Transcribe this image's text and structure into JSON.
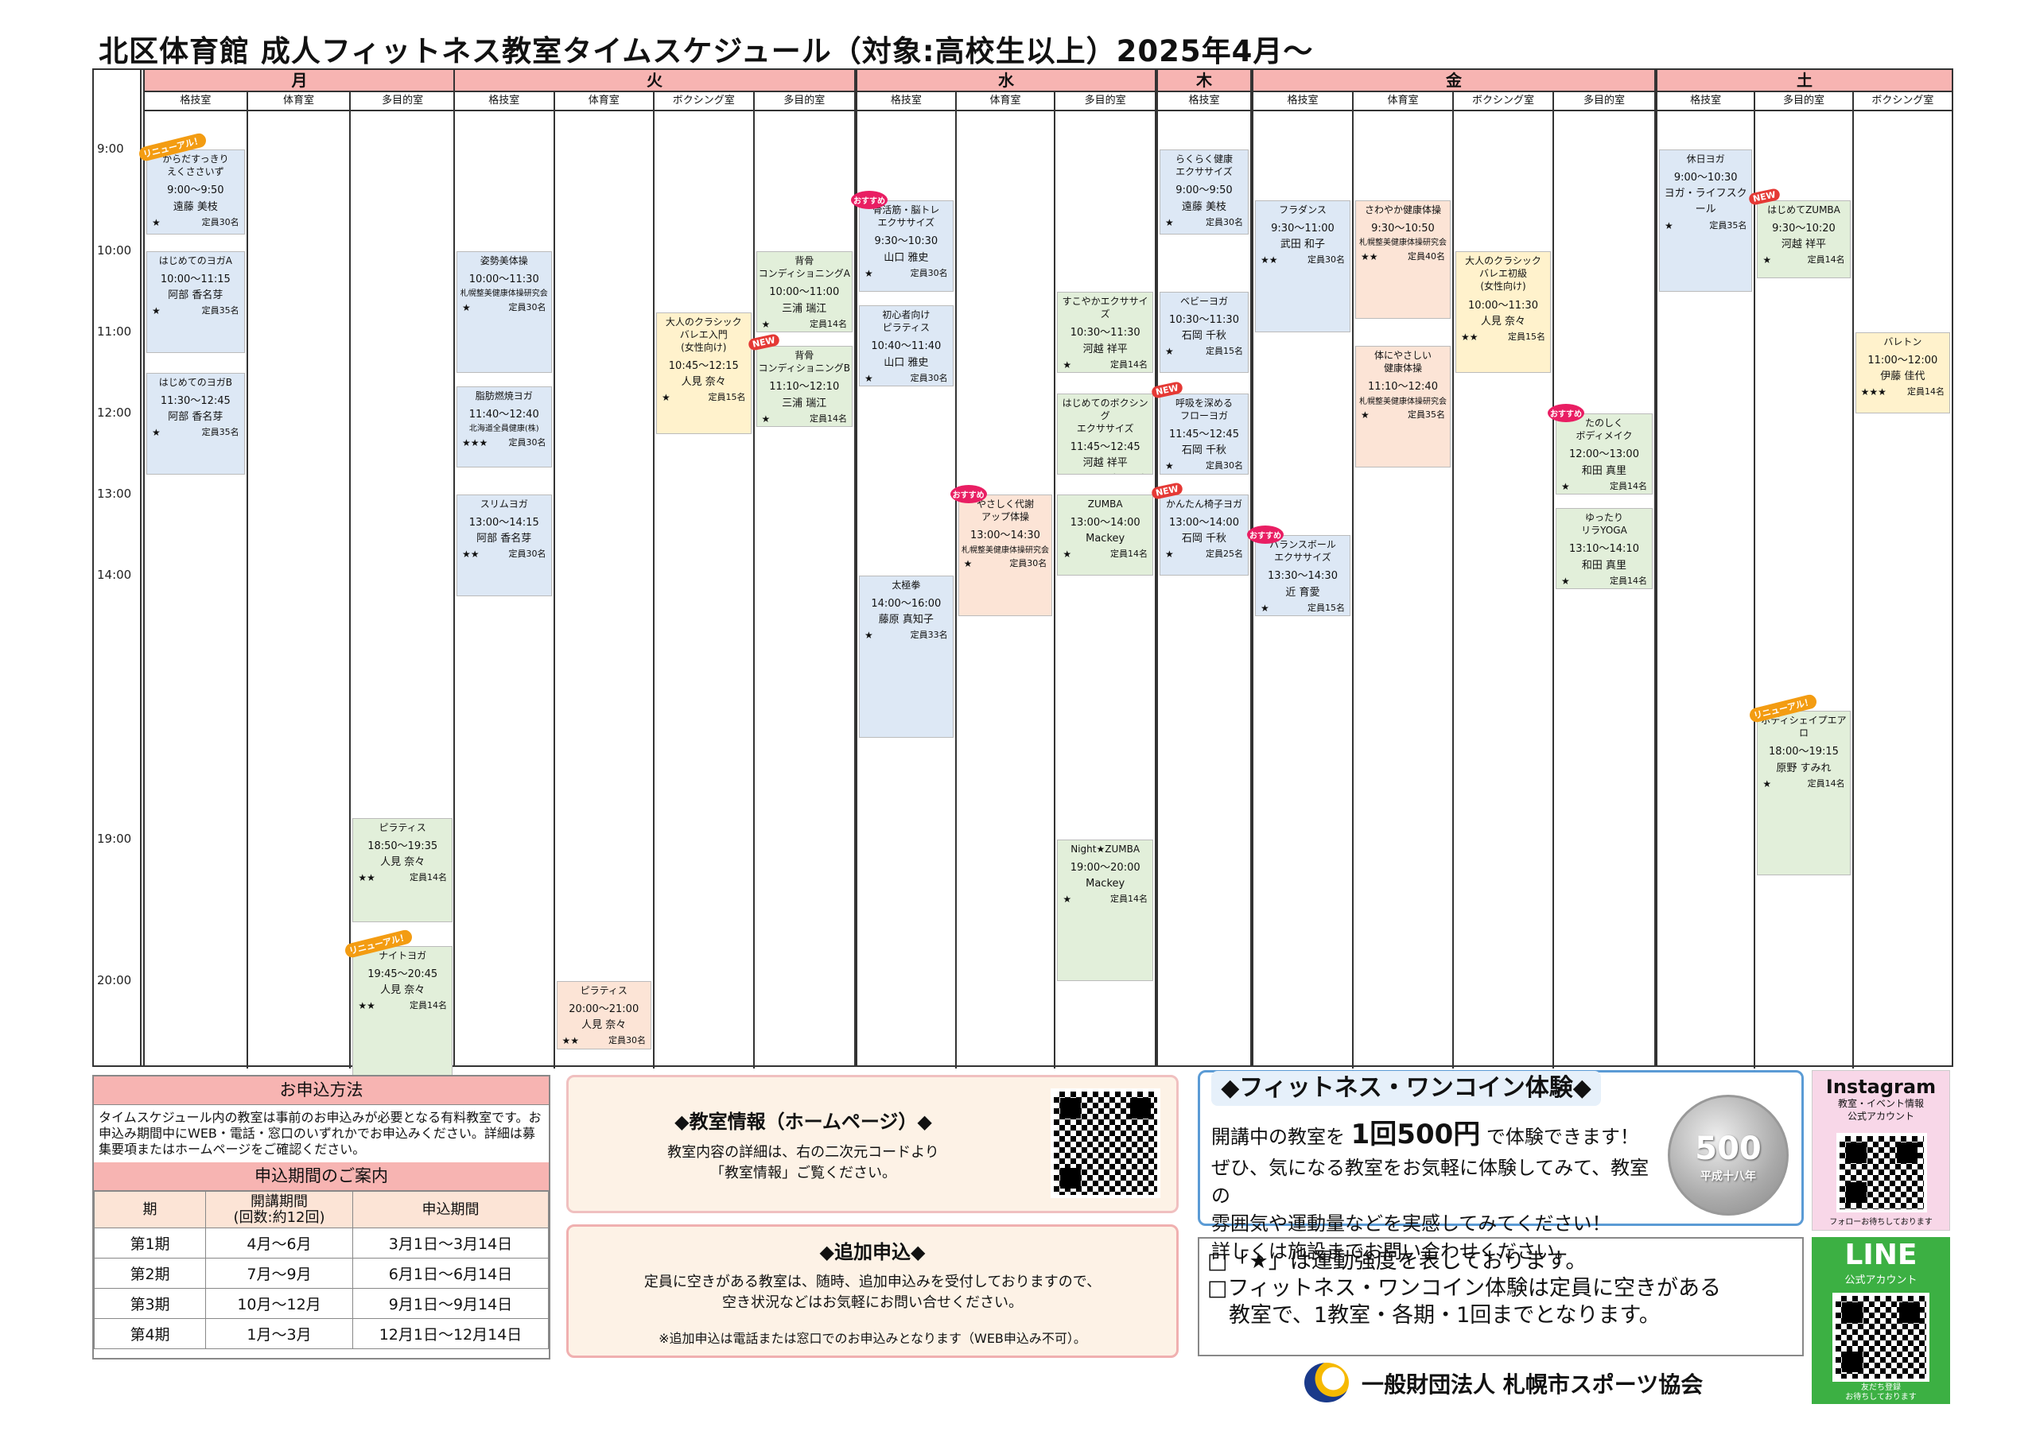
{
  "title": "北区体育館 成人フィットネス教室タイムスケジュール（対象:高校生以上）2025年4月～",
  "times": [
    "9:00",
    "10:00",
    "11:00",
    "12:00",
    "13:00",
    "14:00",
    "19:00",
    "20:00"
  ],
  "days": [
    {
      "key": "mon",
      "label": "月",
      "rooms": [
        "格技室",
        "体育室",
        "多目的室"
      ],
      "classes": [
        [
          0,
          "blue",
          "からだすっきり\nえくささいず",
          "9:00～9:50",
          "遠藤 美枝",
          "★",
          "定員30名",
          "",
          "リニューアル！"
        ],
        [
          0,
          "blue",
          "はじめてのヨガA",
          "10:00～11:15",
          "阿部 香名芽",
          "★",
          "定員35名",
          "",
          ""
        ],
        [
          0,
          "blue",
          "はじめてのヨガB",
          "11:30～12:45",
          "阿部 香名芽",
          "★",
          "定員35名",
          "",
          ""
        ],
        [
          2,
          "green",
          "ピラティス",
          "18:50～19:35",
          "人見 奈々",
          "★★",
          "定員14名",
          "",
          ""
        ],
        [
          2,
          "green",
          "ナイトヨガ",
          "19:45～20:45",
          "人見 奈々",
          "★★",
          "定員14名",
          "",
          "リニューアル！"
        ]
      ]
    },
    {
      "key": "tue",
      "label": "火",
      "rooms": [
        "格技室",
        "体育室",
        "ボクシング室",
        "多目的室"
      ],
      "classes": [
        [
          0,
          "blue",
          "姿勢美体操",
          "10:00～11:30",
          "",
          "★",
          "定員30名",
          "札幌整美健康体操研究会",
          ""
        ],
        [
          0,
          "blue",
          "脂肪燃焼ヨガ",
          "11:40～12:40",
          "",
          "★★★",
          "定員30名",
          "北海道全員健康(株)",
          ""
        ],
        [
          0,
          "blue",
          "スリムヨガ",
          "13:00～14:15",
          "阿部 香名芽",
          "★★",
          "定員30名",
          "",
          ""
        ],
        [
          1,
          "orange",
          "ピラティス",
          "20:00～21:00",
          "人見 奈々",
          "★★",
          "定員30名",
          "",
          ""
        ],
        [
          2,
          "yellow",
          "大人のクラシック\nバレエ入門\n(女性向け)",
          "10:45～12:15",
          "人見 奈々",
          "★",
          "定員15名",
          "",
          ""
        ],
        [
          3,
          "green",
          "背骨\nコンディショニングA",
          "10:00～11:00",
          "三浦 瑞江",
          "★",
          "定員14名",
          "",
          ""
        ],
        [
          3,
          "green",
          "背骨\nコンディショニングB",
          "11:10～12:10",
          "三浦 瑞江",
          "★",
          "定員14名",
          "",
          "NEW"
        ]
      ]
    },
    {
      "key": "wed",
      "label": "水",
      "rooms": [
        "格技室",
        "体育室",
        "多目的室"
      ],
      "classes": [
        [
          0,
          "blue",
          "骨活筋・脳トレ\nエクササイズ",
          "9:30～10:30",
          "山口 雅史",
          "★",
          "定員30名",
          "",
          "おすすめ"
        ],
        [
          0,
          "blue",
          "初心者向け\nピラティス",
          "10:40～11:40",
          "山口 雅史",
          "★",
          "定員30名",
          "",
          ""
        ],
        [
          0,
          "blue",
          "太極拳",
          "14:00～16:00",
          "藤原 真知子",
          "★",
          "定員33名",
          "",
          ""
        ],
        [
          1,
          "orange",
          "やさしく代謝\nアップ体操",
          "13:00～14:30",
          "",
          "★",
          "定員30名",
          "札幌整美健康体操研究会",
          "おすすめ"
        ],
        [
          2,
          "green",
          "すこやかエクササイズ",
          "10:30～11:30",
          "河越 祥平",
          "★",
          "定員14名",
          "",
          ""
        ],
        [
          2,
          "green",
          "はじめてのボクシング\nエクササイズ",
          "11:45～12:45",
          "河越 祥平",
          "★★",
          "定員14名",
          "",
          ""
        ],
        [
          2,
          "green",
          "ZUMBA",
          "13:00～14:00",
          "Mackey",
          "★",
          "定員14名",
          "",
          ""
        ],
        [
          2,
          "green",
          "Night★ZUMBA",
          "19:00～20:00",
          "Mackey",
          "★",
          "定員14名",
          "",
          ""
        ]
      ]
    },
    {
      "key": "thu",
      "label": "木",
      "rooms": [
        "格技室"
      ],
      "classes": [
        [
          0,
          "blue",
          "らくらく健康\nエクササイズ",
          "9:00～9:50",
          "遠藤 美枝",
          "★",
          "定員30名",
          "",
          ""
        ],
        [
          0,
          "blue",
          "ベビーヨガ",
          "10:30～11:30",
          "石岡 千秋",
          "★",
          "定員15名",
          "",
          ""
        ],
        [
          0,
          "blue",
          "呼吸を深める\nフローヨガ",
          "11:45～12:45",
          "石岡 千秋",
          "★",
          "定員30名",
          "",
          "NEW"
        ],
        [
          0,
          "blue",
          "かんたん椅子ヨガ",
          "13:00～14:00",
          "石岡 千秋",
          "★",
          "定員25名",
          "",
          "NEW"
        ]
      ]
    },
    {
      "key": "fri",
      "label": "金",
      "rooms": [
        "格技室",
        "体育室",
        "ボクシング室",
        "多目的室"
      ],
      "classes": [
        [
          0,
          "blue",
          "フラダンス",
          "9:30～11:00",
          "武田 和子",
          "★★",
          "定員30名",
          "",
          ""
        ],
        [
          0,
          "blue",
          "バランスボール\nエクササイズ",
          "13:30～14:30",
          "近 育愛",
          "★",
          "定員15名",
          "",
          "おすすめ"
        ],
        [
          1,
          "orange",
          "さわやか健康体操",
          "9:30～10:50",
          "",
          "★★",
          "定員40名",
          "札幌整美健康体操研究会",
          ""
        ],
        [
          1,
          "orange",
          "体にやさしい\n健康体操",
          "11:10～12:40",
          "",
          "★",
          "定員35名",
          "札幌整美健康体操研究会",
          ""
        ],
        [
          2,
          "yellow",
          "大人のクラシック\nバレエ初級\n(女性向け)",
          "10:00～11:30",
          "人見 奈々",
          "★★",
          "定員15名",
          "",
          ""
        ],
        [
          3,
          "green",
          "たのしく\nボディメイク",
          "12:00～13:00",
          "和田 真里",
          "★",
          "定員14名",
          "",
          "おすすめ"
        ],
        [
          3,
          "green",
          "ゆったり\nリラYOGA",
          "13:10～14:10",
          "和田 真里",
          "★",
          "定員14名",
          "",
          ""
        ]
      ]
    },
    {
      "key": "sat",
      "label": "土",
      "rooms": [
        "格技室",
        "多目的室",
        "ボクシング室"
      ],
      "classes": [
        [
          0,
          "blue",
          "休日ヨガ",
          "9:00～10:30",
          "ヨガ・ライフスクール",
          "★",
          "定員35名",
          "",
          ""
        ],
        [
          1,
          "green",
          "はじめてZUMBA",
          "9:30～10:20",
          "河越 祥平",
          "★",
          "定員14名",
          "",
          "NEW"
        ],
        [
          1,
          "green",
          "ボディシェイプエアロ",
          "18:00～19:15",
          "原野 すみれ",
          "★",
          "定員14名",
          "",
          "リニューアル！"
        ],
        [
          2,
          "yellow",
          "バレトン",
          "11:00～12:00",
          "伊藤 佳代",
          "★★★",
          "定員14名",
          "",
          ""
        ]
      ]
    }
  ],
  "apply": {
    "heading": "お申込方法",
    "text": "タイムスケジュール内の教室は事前のお申込みが必要となる有料教室です。お申込み期間中にWEB・電話・窓口のいずれかでお申込みください。詳細は募集要項またはホームページをご確認ください。",
    "period_heading": "申込期間のご案内",
    "cols": [
      "期",
      "開講期間\n(回数:約12回)",
      "申込期間"
    ],
    "rows": [
      [
        "第1期",
        "4月～6月",
        "3月1日～3月14日"
      ],
      [
        "第2期",
        "7月～9月",
        "6月1日～6月14日"
      ],
      [
        "第3期",
        "10月～12月",
        "9月1日～9月14日"
      ],
      [
        "第4期",
        "1月～3月",
        "12月1日～12月14日"
      ]
    ]
  },
  "info": {
    "heading": "◆教室情報（ホームページ）◆",
    "text1": "教室内容の詳細は、右の二次元コードより",
    "text2": "「教室情報」ご覧ください。"
  },
  "add": {
    "heading": "◆追加申込◆",
    "text1": "定員に空きがある教室は、随時、追加申込みを受付しておりますので、",
    "text2": "空き状況などはお気軽にお問い合せください。",
    "note": "※追加申込は電話または窓口でのお申込みとなります（WEB申込み不可）。"
  },
  "fit": {
    "heading": "◆フィットネス・ワンコイン体験◆",
    "l1a": "開講中の教室を",
    "l1b": "1回500円",
    "l1c": "で体験できます！",
    "l2": "ぜひ、気になる教室をお気軽に体験してみて、教室の",
    "l3": "雰囲気や運動量などを実感してみてください！",
    "l4": "詳しくは施設までお問い合わせください。",
    "coin": "500",
    "coin_sub": "平成十八年"
  },
  "notes": [
    "□「★」は運動強度を表しております。",
    "□フィットネス・ワンコイン体験は定員に空きがある",
    "　教室で、1教室・各期・1回までとなります。"
  ],
  "insta": {
    "title": "Instagram",
    "sub": "教室・イベント情報\n公式アカウント",
    "foot": "フォローお待ちしております"
  },
  "line": {
    "title": "LINE",
    "sub": "公式アカウント",
    "foot": "友だち登録\nお待ちしております"
  },
  "org": "一般財団法人 札幌市スポーツ協会"
}
